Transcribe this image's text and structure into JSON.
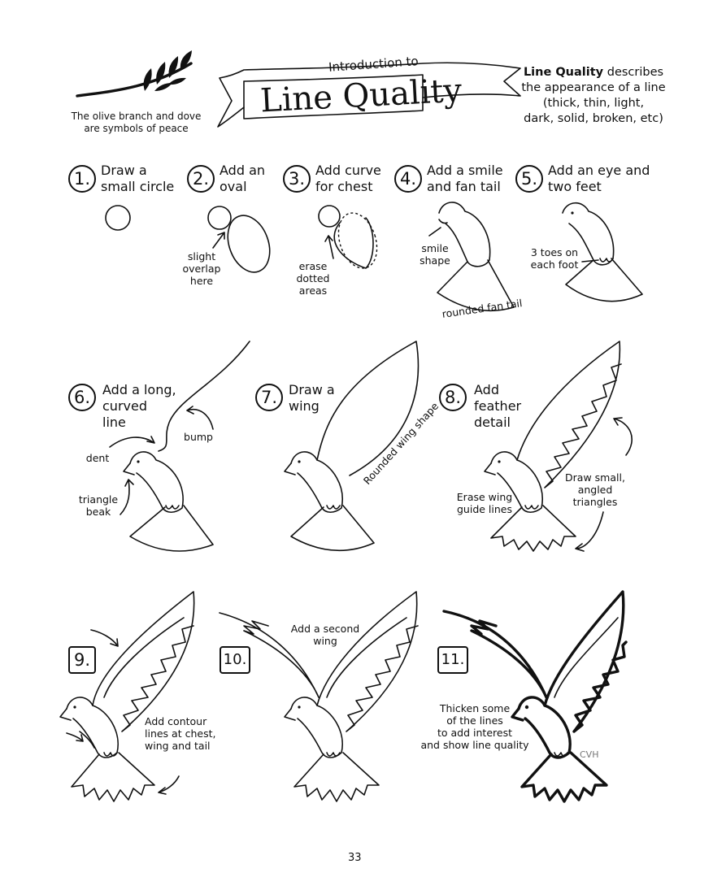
{
  "header": {
    "banner_small": "Introduction to",
    "banner_title": "Line Quality",
    "olive_caption": "The olive branch and dove\nare symbols of peace",
    "definition_term": "Line Quality",
    "definition_text": " describes\nthe appearance of a line\n(thick, thin, light,\ndark, solid, broken, etc)"
  },
  "steps": [
    {
      "num": "1.",
      "label": "Draw a\nsmall circle"
    },
    {
      "num": "2.",
      "label": "Add an\noval"
    },
    {
      "num": "3.",
      "label": "Add curve\nfor chest"
    },
    {
      "num": "4.",
      "label": "Add a smile\nand fan tail"
    },
    {
      "num": "5.",
      "label": "Add an eye and\ntwo feet"
    },
    {
      "num": "6.",
      "label": "Add a long,\ncurved\nline"
    },
    {
      "num": "7.",
      "label": "Draw a\nwing"
    },
    {
      "num": "8.",
      "label": "Add\nfeather\ndetail"
    },
    {
      "num": "9.",
      "label": ""
    },
    {
      "num": "10.",
      "label": ""
    },
    {
      "num": "11.",
      "label": ""
    }
  ],
  "notes": {
    "slight_overlap": "slight\noverlap\nhere",
    "erase_dotted": "erase\ndotted\nareas",
    "smile_shape": "smile\nshape",
    "rounded_fan_tail": "rounded fan tail",
    "three_toes": "3 toes on\neach foot",
    "bump": "bump",
    "dent": "dent",
    "triangle_beak": "triangle\nbeak",
    "rounded_wing": "Rounded wing shape",
    "erase_guide": "Erase wing\nguide lines",
    "draw_triangles": "Draw small,\nangled\ntriangles",
    "add_contour": "Add contour\nlines at chest,\nwing and tail",
    "second_wing": "Add a second\nwing",
    "thicken": "Thicken some\nof the lines\nto add interest\nand show line quality",
    "signature": "CVH"
  },
  "page_number": "33"
}
